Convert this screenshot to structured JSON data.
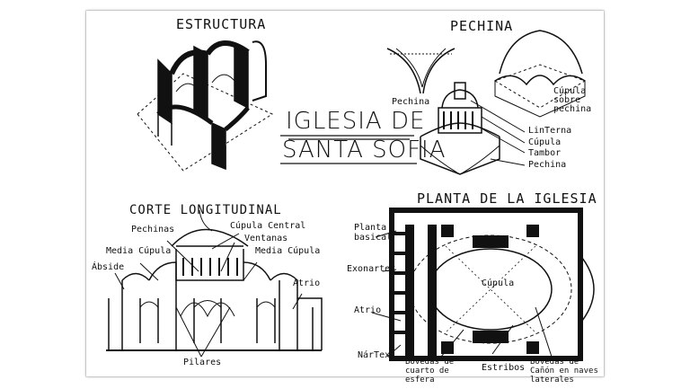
{
  "sections": {
    "estructura": "ESTRUCTURA",
    "pechina": "PECHINA",
    "main_title_line1": "IGLESIA DE",
    "main_title_line2": "SANTA SOFIA",
    "corte": "CORTE LONGITUDINAL",
    "planta": "PLANTA DE LA IGLESIA"
  },
  "pechina_labels": {
    "pechina_left": "Pechina",
    "cupula_sobre_pechina": "Cúpula sobre pechina",
    "linterna": "LinTerna",
    "cupula": "Cúpula",
    "tambor": "Tambor",
    "pechina_bottom": "Pechina"
  },
  "corte_labels": {
    "pechinas": "Pechinas",
    "cupula_central": "Cúpula Central",
    "ventanas": "Ventanas",
    "media_cupula_left": "Media Cúpula",
    "media_cupula_right": "Media Cúpula",
    "abside": "Ábside",
    "atrio": "Atrio",
    "pilares": "Pilares"
  },
  "planta_labels": {
    "planta_basical": "Planta basical",
    "exonartex": "Exonartex",
    "atrio": "Atrio",
    "nartex": "NárTex",
    "cupula": "Cúpula",
    "bovedas_cuarto": "Bóvedas de cuarto de esfera",
    "estribos": "Estribos",
    "bovedas_canon": "Bóvedas de Cañón en naves laterales"
  }
}
